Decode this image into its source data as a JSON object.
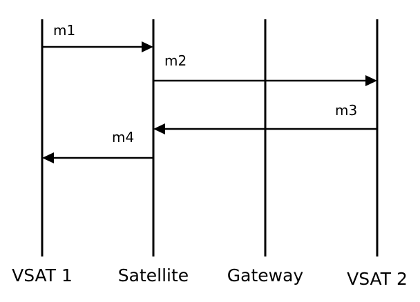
{
  "diagram": {
    "type": "sequence",
    "participants": [
      {
        "id": "vsat1",
        "label": "VSAT 1"
      },
      {
        "id": "satellite",
        "label": "Satellite"
      },
      {
        "id": "gateway",
        "label": "Gateway"
      },
      {
        "id": "vsat2",
        "label": "VSAT 2"
      }
    ],
    "messages": [
      {
        "label": "m1",
        "from": "vsat1",
        "to": "satellite"
      },
      {
        "label": "m2",
        "from": "satellite",
        "to": "vsat2"
      },
      {
        "label": "m3",
        "from": "vsat2",
        "to": "satellite"
      },
      {
        "label": "m4",
        "from": "satellite",
        "to": "vsat1"
      }
    ]
  }
}
